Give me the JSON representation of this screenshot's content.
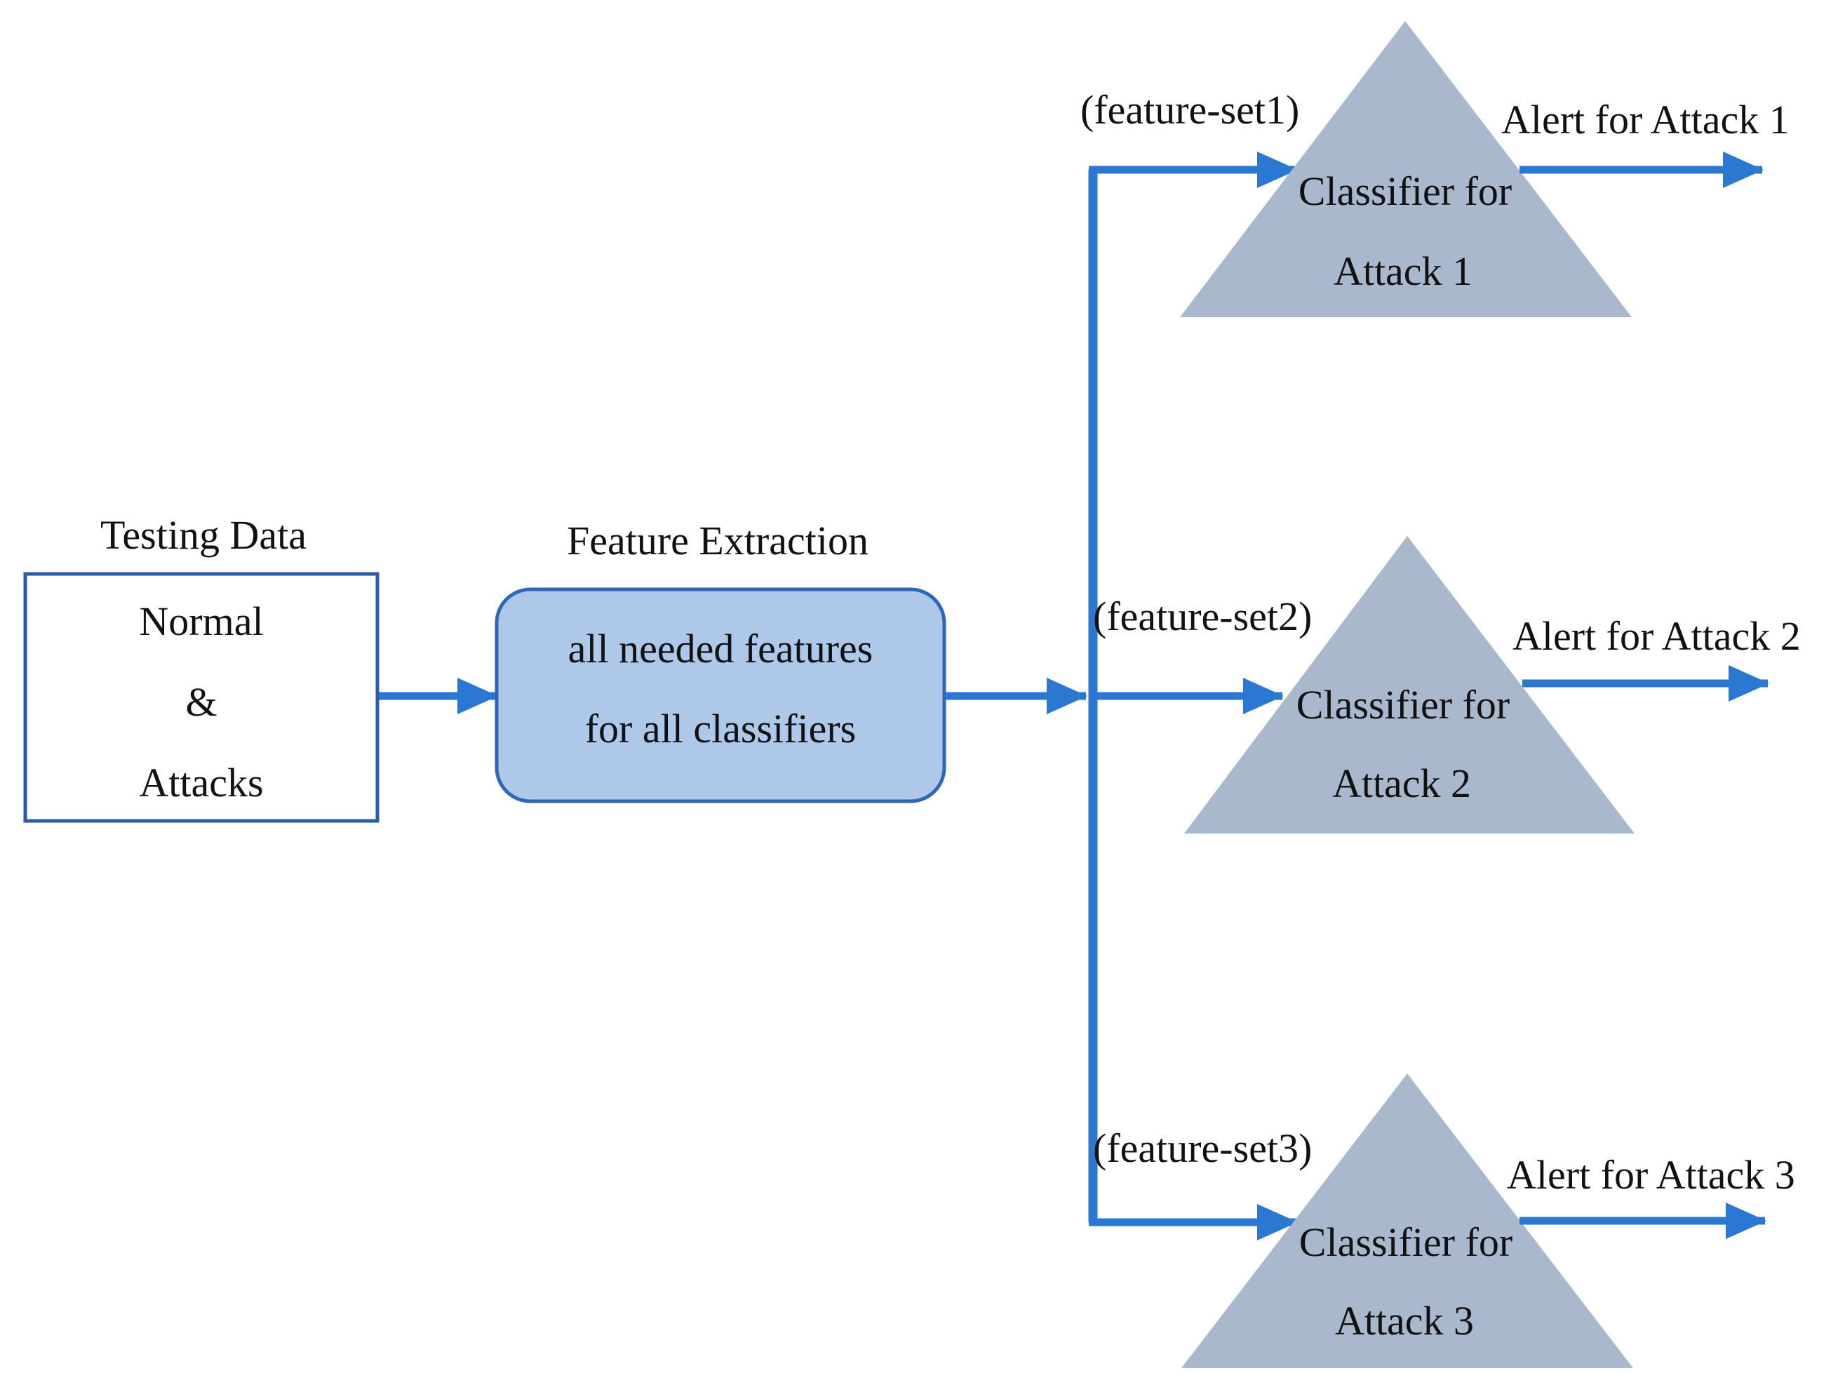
{
  "testing_data": {
    "title": "Testing Data",
    "lines": [
      "Normal",
      "&",
      "Attacks"
    ]
  },
  "feature_extraction": {
    "title": "Feature Extraction",
    "lines": [
      "all needed features",
      "for all classifiers"
    ]
  },
  "classifiers": [
    {
      "feature_set": "(feature-set1)",
      "lines": [
        "Classifier for",
        "Attack 1"
      ],
      "alert": "Alert for Attack 1"
    },
    {
      "feature_set": "(feature-set2)",
      "lines": [
        "Classifier for",
        "Attack 2"
      ],
      "alert": "Alert for Attack 2"
    },
    {
      "feature_set": "(feature-set3)",
      "lines": [
        "Classifier for",
        "Attack 3"
      ],
      "alert": "Alert for Attack 3"
    }
  ],
  "colors": {
    "arrow": "#2a78d2",
    "triangle": "#a9b8cc",
    "process_fill": "#aec8ea",
    "process_stroke": "#2f66b5",
    "box_stroke": "#2b5aa6"
  }
}
